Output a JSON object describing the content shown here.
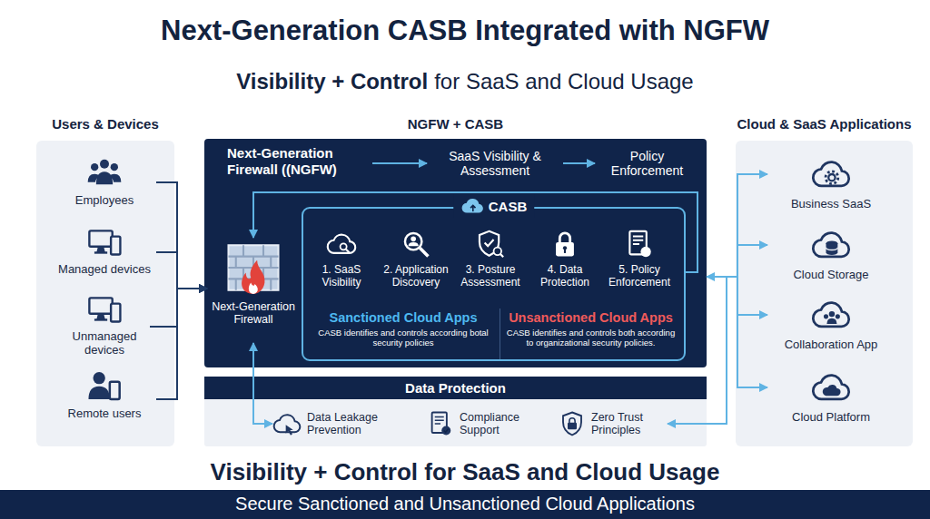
{
  "diagram": {
    "title": "Next-Generation CASB Integrated with NGFW",
    "caption": "Secure Sanctioned and Unsanctioned Cloud Applications",
    "nodes": [
      {
        "text": [
          "Users & Devices"
        ]
      },
      {
        "text": [
          "Employees"
        ],
        "in": 0
      },
      {
        "text": [
          "Managed devices"
        ],
        "in": 0
      },
      {
        "text": [
          "Unmanaged devices"
        ],
        "in": 0
      },
      {
        "text": [
          "Remote users"
        ],
        "in": 0
      },
      {
        "text": [
          "NGFW + CASB"
        ]
      },
      {
        "text": [
          "Next-Generation Firewall ((NGFW)"
        ],
        "in": 5
      },
      {
        "text": [
          "SaaS Visibility & Assessment"
        ],
        "in": 5
      },
      {
        "text": [
          "Policy Enforcement"
        ],
        "in": 5
      },
      {
        "text": [
          "Next-Generation Firewall"
        ],
        "in": 5
      },
      {
        "text": [
          "CASB"
        ],
        "in": 5
      },
      {
        "text": [
          "1. SaaS Visibility"
        ],
        "in": 10
      },
      {
        "text": [
          "2. Application Discovery"
        ],
        "in": 10
      },
      {
        "text": [
          "3. Posture Assessment"
        ],
        "in": 10
      },
      {
        "text": [
          "4. Data Protection"
        ],
        "in": 10
      },
      {
        "text": [
          "5. Policy Enforcement"
        ],
        "in": 10
      },
      {
        "text": [
          "Sanctioned Cloud Apps",
          "CASB identifies and controls according botal security policies"
        ],
        "in": 10
      },
      {
        "text": [
          "Unsanctioned Cloud Apps",
          "CASB identifies and controls both according to organizational security policies."
        ],
        "in": 10
      },
      {
        "text": [
          "Data Protection"
        ]
      },
      {
        "text": [
          "Data Leakage Prevention"
        ],
        "in": 18
      },
      {
        "text": [
          "Compliance Support"
        ],
        "in": 18
      },
      {
        "text": [
          "Zero Trust Principles"
        ],
        "in": 18
      },
      {
        "text": [
          "Cloud & SaaS Applications"
        ]
      },
      {
        "text": [
          "Business SaaS"
        ],
        "in": 22
      },
      {
        "text": [
          "Cloud Storage"
        ],
        "in": 22
      },
      {
        "text": [
          "Collaboration App"
        ],
        "in": 22
      },
      {
        "text": [
          "Cloud Platform"
        ],
        "in": 22
      }
    ],
    "edges": [
      {
        "from": 1,
        "to": 9,
        "arrow": "to"
      },
      {
        "from": 2,
        "to": 9,
        "arrow": "to"
      },
      {
        "from": 3,
        "to": 9,
        "arrow": "to"
      },
      {
        "from": 4,
        "to": 9,
        "arrow": "to"
      },
      {
        "from": 6,
        "to": 7,
        "arrow": "to"
      },
      {
        "from": 7,
        "to": 8,
        "arrow": "to"
      },
      {
        "from": 10,
        "to": 9,
        "arrow": "to"
      },
      {
        "from": 9,
        "to": 19,
        "arrow": "both"
      },
      {
        "from": 5,
        "to": 23,
        "arrow": "to"
      },
      {
        "from": 5,
        "to": 24,
        "arrow": "to"
      },
      {
        "from": 5,
        "to": 25,
        "arrow": "to"
      },
      {
        "from": 5,
        "to": 26,
        "arrow": "to"
      },
      {
        "from": 21,
        "to": 5,
        "arrow": "both"
      }
    ],
    "labels": [
      "Visibility + Control",
      "for SaaS and Cloud Usage",
      "Visibility + Control for SaaS and Cloud Usage"
    ]
  }
}
